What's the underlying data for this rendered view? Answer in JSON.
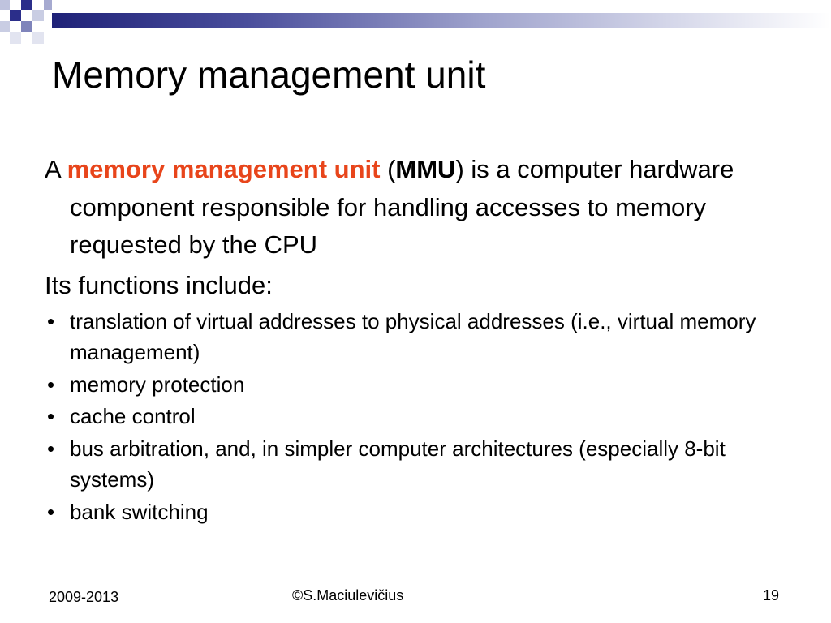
{
  "slide": {
    "title": "Memory management unit",
    "definition": {
      "prefix": "A ",
      "term": "memory management unit",
      "open_paren": " (",
      "abbr": "MMU",
      "rest": ") is a computer hardware component responsible for handling accesses to memory requested by the CPU"
    },
    "intro": "Its functions include:",
    "bullet_symbol": "•",
    "functions": [
      "translation of virtual addresses to physical addresses (i.e., virtual memory management)",
      "memory protection",
      "cache control",
      "bus arbitration, and, in simpler computer architectures (especially 8-bit systems)",
      "bank switching"
    ],
    "footer": {
      "years": "2009-2013",
      "copyright": "©S.Maciulevičius",
      "page_number": "19"
    }
  },
  "colors": {
    "highlight": "#e8451b",
    "accent_dark": "#2b2e8a"
  }
}
